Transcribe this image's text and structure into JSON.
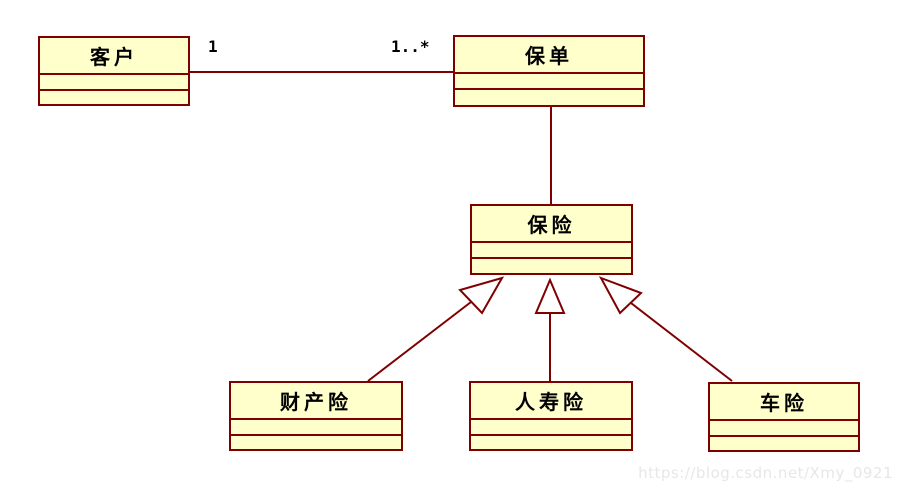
{
  "diagram": {
    "type": "uml-class-diagram",
    "classes": [
      {
        "id": "customer",
        "name": "客户"
      },
      {
        "id": "policy",
        "name": "保单"
      },
      {
        "id": "insurance",
        "name": "保险"
      },
      {
        "id": "property-insurance",
        "name": "财产险"
      },
      {
        "id": "life-insurance",
        "name": "人寿险"
      },
      {
        "id": "car-insurance",
        "name": "车险"
      }
    ],
    "association": {
      "from": "客户",
      "to": "保单",
      "source_multiplicity": "1",
      "target_multiplicity": "1..*"
    },
    "generalizations": [
      {
        "from": "财产险",
        "to": "保险"
      },
      {
        "from": "人寿险",
        "to": "保险"
      },
      {
        "from": "车险",
        "to": "保险"
      }
    ],
    "colors": {
      "box_fill": "#FFFFCC",
      "box_border": "#7F0000",
      "line": "#7F0000",
      "text": "#000000",
      "watermark_text": "#E7E7E7",
      "background": "#FFFFFF"
    }
  },
  "watermark": {
    "text": "https://blog.csdn.net/Xmy_0921"
  }
}
